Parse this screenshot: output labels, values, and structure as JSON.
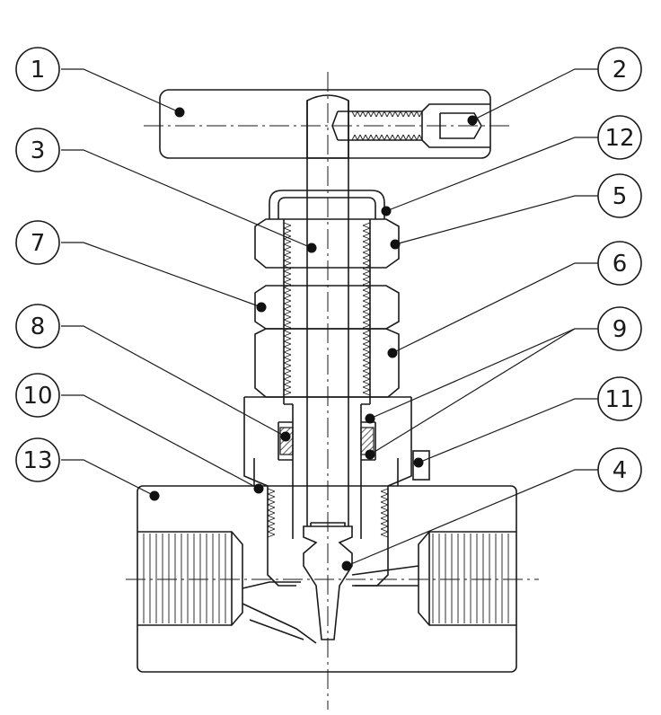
{
  "callouts": [
    {
      "label": "1"
    },
    {
      "label": "2"
    },
    {
      "label": "3"
    },
    {
      "label": "12"
    },
    {
      "label": "5"
    },
    {
      "label": "7"
    },
    {
      "label": "6"
    },
    {
      "label": "8"
    },
    {
      "label": "9"
    },
    {
      "label": "10"
    },
    {
      "label": "11"
    },
    {
      "label": "13"
    },
    {
      "label": "4"
    }
  ],
  "colors": {
    "line": "#1a1a1a",
    "background": "#ffffff"
  }
}
